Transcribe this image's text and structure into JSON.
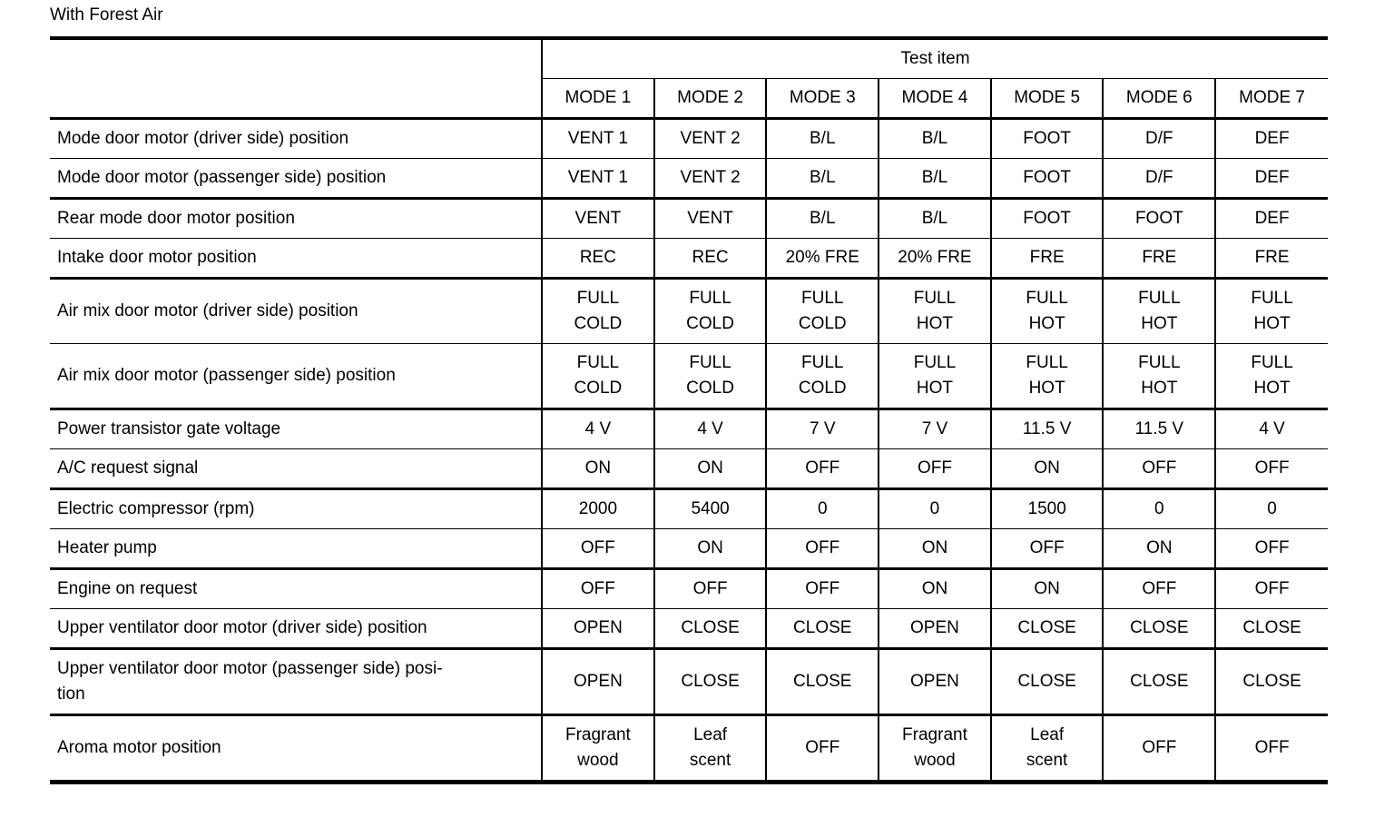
{
  "title": "With Forest Air",
  "colors": {
    "text": "#000000",
    "background": "#ffffff",
    "rule": "#000000"
  },
  "table": {
    "header_group_label": "Test item",
    "mode_columns": [
      "MODE 1",
      "MODE 2",
      "MODE 3",
      "MODE 4",
      "MODE 5",
      "MODE 6",
      "MODE 7"
    ],
    "rows": [
      {
        "label": "Mode door motor (driver side) position",
        "values": [
          "VENT 1",
          "VENT 2",
          "B/L",
          "B/L",
          "FOOT",
          "D/F",
          "DEF"
        ]
      },
      {
        "label": "Mode door motor (passenger side) position",
        "values": [
          "VENT 1",
          "VENT 2",
          "B/L",
          "B/L",
          "FOOT",
          "D/F",
          "DEF"
        ]
      },
      {
        "label": "Rear mode door motor position",
        "values": [
          "VENT",
          "VENT",
          "B/L",
          "B/L",
          "FOOT",
          "FOOT",
          "DEF"
        ]
      },
      {
        "label": "Intake door motor position",
        "values": [
          "REC",
          "REC",
          "20% FRE",
          "20% FRE",
          "FRE",
          "FRE",
          "FRE"
        ]
      },
      {
        "label": "Air mix door motor (driver side) position",
        "values": [
          "FULL\nCOLD",
          "FULL\nCOLD",
          "FULL\nCOLD",
          "FULL\nHOT",
          "FULL\nHOT",
          "FULL\nHOT",
          "FULL\nHOT"
        ]
      },
      {
        "label": "Air mix door motor (passenger side) position",
        "values": [
          "FULL\nCOLD",
          "FULL\nCOLD",
          "FULL\nCOLD",
          "FULL\nHOT",
          "FULL\nHOT",
          "FULL\nHOT",
          "FULL\nHOT"
        ]
      },
      {
        "label": "Power transistor gate voltage",
        "values": [
          "4 V",
          "4 V",
          "7 V",
          "7 V",
          "11.5 V",
          "11.5 V",
          "4 V"
        ]
      },
      {
        "label": "A/C request signal",
        "values": [
          "ON",
          "ON",
          "OFF",
          "OFF",
          "ON",
          "OFF",
          "OFF"
        ]
      },
      {
        "label": "Electric compressor (rpm)",
        "values": [
          "2000",
          "5400",
          "0",
          "0",
          "1500",
          "0",
          "0"
        ]
      },
      {
        "label": "Heater pump",
        "values": [
          "OFF",
          "ON",
          "OFF",
          "ON",
          "OFF",
          "ON",
          "OFF"
        ]
      },
      {
        "label": "Engine on request",
        "values": [
          "OFF",
          "OFF",
          "OFF",
          "ON",
          "ON",
          "OFF",
          "OFF"
        ]
      },
      {
        "label": "Upper ventilator door motor (driver side) position",
        "values": [
          "OPEN",
          "CLOSE",
          "CLOSE",
          "OPEN",
          "CLOSE",
          "CLOSE",
          "CLOSE"
        ]
      },
      {
        "label": "Upper ventilator door motor (passenger side) posi-\ntion",
        "values": [
          "OPEN",
          "CLOSE",
          "CLOSE",
          "OPEN",
          "CLOSE",
          "CLOSE",
          "CLOSE"
        ]
      },
      {
        "label": "Aroma motor position",
        "values": [
          "Fragrant\nwood",
          "Leaf\nscent",
          "OFF",
          "Fragrant\nwood",
          "Leaf\nscent",
          "OFF",
          "OFF"
        ]
      }
    ]
  }
}
